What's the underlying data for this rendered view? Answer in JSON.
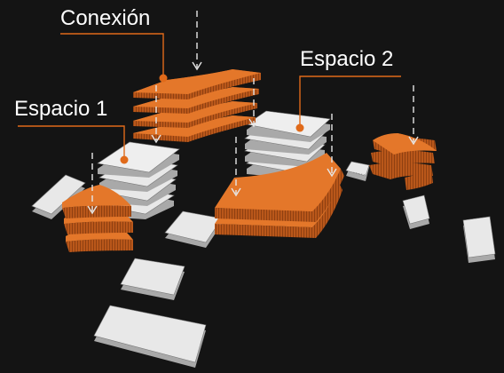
{
  "labels": {
    "connection": "Conexión",
    "space1": "Espacio 1",
    "space2": "Espacio 2"
  },
  "colors": {
    "background": "#141414",
    "accent_orange": "#e06a1a",
    "orange_top": "#e4772a",
    "orange_side": "#b9571a",
    "orange_rib": "#8a3d0f",
    "slab_top": "#e8e8e8",
    "slab_side": "#a9a9a9",
    "slab_edge": "#7a7a7a",
    "arrow": "#e6e6e6",
    "text": "#ffffff"
  },
  "icons": {
    "flow_arrow": "dashed-down-arrow",
    "leader_dot": "orange-dot"
  }
}
